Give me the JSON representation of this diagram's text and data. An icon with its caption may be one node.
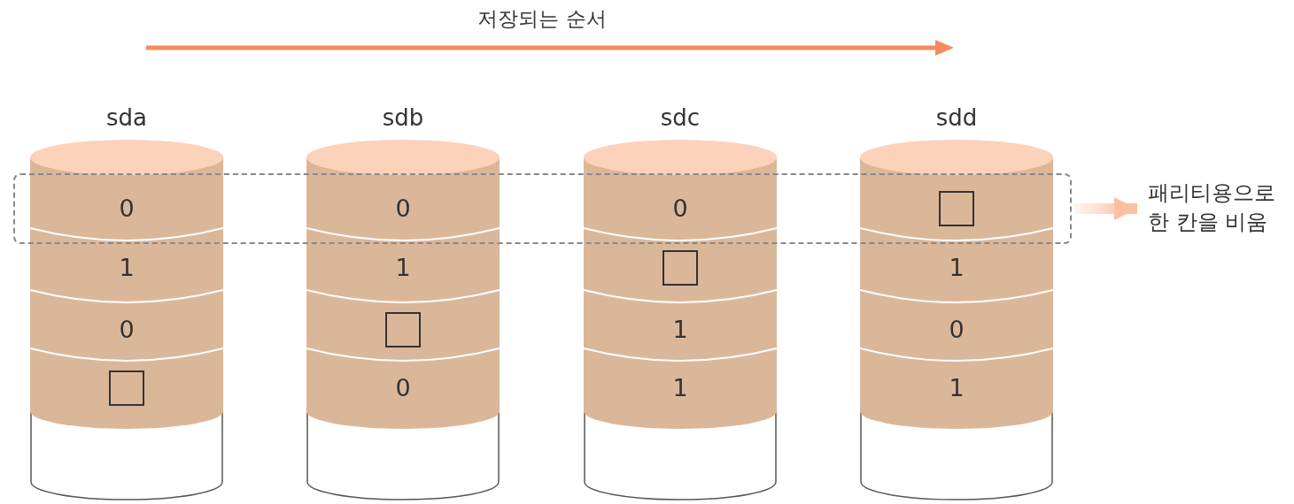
{
  "diagram": {
    "nodes": [
      {
        "text": [
          "sda"
        ]
      },
      {
        "text": [
          "0"
        ]
      },
      {
        "text": [
          "1"
        ],
        "in": 0
      },
      {
        "text": [
          "0"
        ],
        "in": 0
      },
      {
        "text": [],
        "shape": "box",
        "in": 0
      },
      {
        "text": [
          "sdb"
        ]
      },
      {
        "text": [
          "0"
        ]
      },
      {
        "text": [
          "1"
        ],
        "in": 5
      },
      {
        "text": [],
        "shape": "box",
        "in": 5
      },
      {
        "text": [
          "0"
        ],
        "in": 5
      },
      {
        "text": [
          "sdc"
        ]
      },
      {
        "text": [
          "0"
        ]
      },
      {
        "text": [],
        "shape": "box",
        "in": 10
      },
      {
        "text": [
          "1"
        ],
        "in": 10
      },
      {
        "text": [
          "1"
        ],
        "in": 10
      },
      {
        "text": [
          "sdd"
        ]
      },
      {
        "text": [],
        "shape": "box"
      },
      {
        "text": [
          "1"
        ],
        "in": 15
      },
      {
        "text": [
          "0"
        ],
        "in": 15
      },
      {
        "text": [
          "1"
        ],
        "in": 15
      },
      {
        "text": [],
        "shape": "box"
      },
      {
        "text": [
          "패리티용으로 한 칸을 비움"
        ]
      }
    ],
    "edges": [
      {
        "from": 20,
        "to": 21,
        "arrow": "to",
        "style": "thick"
      }
    ],
    "labels": [
      "저장되는 순서"
    ]
  }
}
